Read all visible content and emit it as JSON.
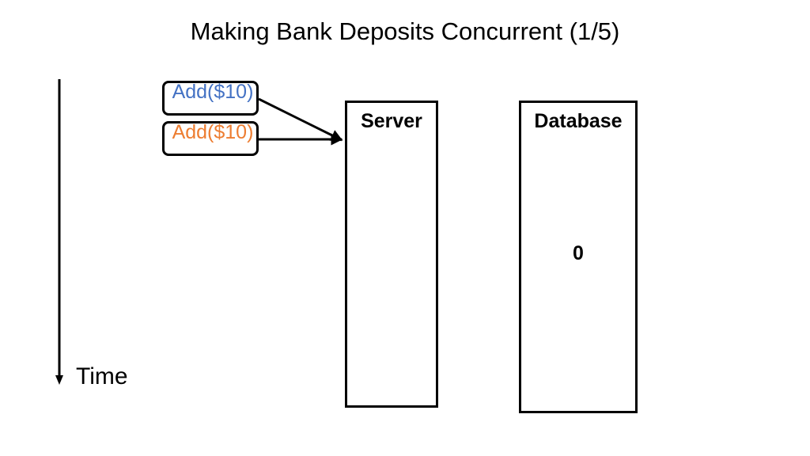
{
  "title": "Making Bank Deposits Concurrent (1/5)",
  "time_axis": {
    "label": "Time"
  },
  "requests": [
    {
      "label": "Add($10)",
      "color": "#4472C4"
    },
    {
      "label": "Add($10)",
      "color": "#ED7D31"
    }
  ],
  "server": {
    "label": "Server"
  },
  "database": {
    "label": "Database",
    "value": "0"
  }
}
